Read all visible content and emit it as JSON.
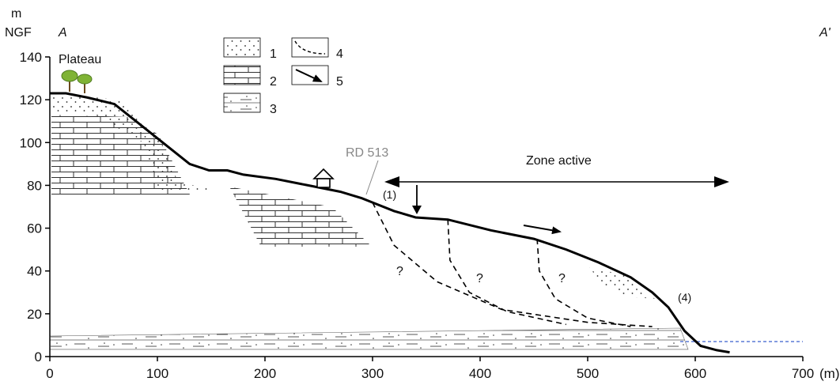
{
  "chart_data": {
    "type": "cross-section",
    "y_unit_top": "m",
    "y_unit_bottom": "NGF",
    "x_unit": "(m)",
    "section_start": "A",
    "section_end": "A'",
    "y_ticks": [
      "0",
      "20",
      "40",
      "60",
      "80",
      "100",
      "120",
      "140"
    ],
    "x_ticks": [
      "0",
      "100",
      "200",
      "300",
      "400",
      "500",
      "600",
      "700"
    ],
    "xlim": [
      0,
      700
    ],
    "ylim": [
      0,
      140
    ],
    "plateau_label": "Plateau",
    "road_label": "RD 513",
    "active_zone_label": "Zone  active",
    "active_zone_extent": [
      305,
      635
    ],
    "markers": [
      "(1)",
      "(4)"
    ],
    "question_marks": [
      "?",
      "?",
      "?"
    ],
    "legend": [
      "1",
      "2",
      "3",
      "4",
      "5"
    ],
    "profile": [
      [
        0,
        123
      ],
      [
        15,
        123
      ],
      [
        35,
        121
      ],
      [
        60,
        118
      ],
      [
        80,
        110
      ],
      [
        105,
        100
      ],
      [
        130,
        90
      ],
      [
        148,
        87
      ],
      [
        165,
        87
      ],
      [
        180,
        85
      ],
      [
        210,
        83
      ],
      [
        240,
        80
      ],
      [
        270,
        77
      ],
      [
        290,
        74
      ],
      [
        300,
        72
      ],
      [
        320,
        68
      ],
      [
        340,
        65
      ],
      [
        370,
        64
      ],
      [
        410,
        59
      ],
      [
        450,
        55
      ],
      [
        480,
        50
      ],
      [
        510,
        44
      ],
      [
        540,
        37
      ],
      [
        560,
        30
      ],
      [
        575,
        23
      ],
      [
        590,
        12
      ],
      [
        605,
        5
      ],
      [
        620,
        3
      ],
      [
        632,
        2
      ]
    ],
    "slip_surfaces": [
      [
        [
          300,
          72
        ],
        [
          320,
          52
        ],
        [
          360,
          35
        ],
        [
          420,
          22
        ],
        [
          500,
          16
        ],
        [
          560,
          14
        ]
      ],
      [
        [
          370,
          64
        ],
        [
          372,
          45
        ],
        [
          390,
          30
        ],
        [
          425,
          21
        ],
        [
          480,
          15
        ]
      ],
      [
        [
          453,
          55
        ],
        [
          455,
          40
        ],
        [
          470,
          27
        ],
        [
          500,
          18
        ],
        [
          540,
          14
        ]
      ]
    ]
  },
  "colors": {
    "profile": "#000000",
    "water_line": "#3a5fcd",
    "tree": "#7fb335",
    "road": "#888888"
  }
}
